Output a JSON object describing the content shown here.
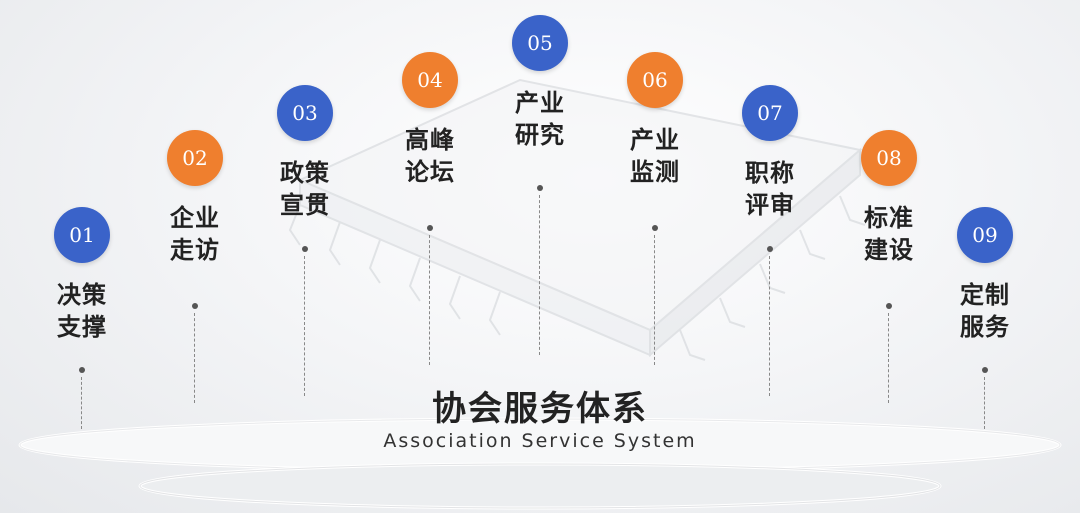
{
  "nodes": [
    {
      "num": "01",
      "line1": "决策",
      "line2": "支撑",
      "color": "blue"
    },
    {
      "num": "02",
      "line1": "企业",
      "line2": "走访",
      "color": "orange"
    },
    {
      "num": "03",
      "line1": "政策",
      "line2": "宣贯",
      "color": "blue"
    },
    {
      "num": "04",
      "line1": "高峰",
      "line2": "论坛",
      "color": "orange"
    },
    {
      "num": "05",
      "line1": "产业",
      "line2": "研究",
      "color": "blue"
    },
    {
      "num": "06",
      "line1": "产业",
      "line2": "监测",
      "color": "orange"
    },
    {
      "num": "07",
      "line1": "职称",
      "line2": "评审",
      "color": "blue"
    },
    {
      "num": "08",
      "line1": "标准",
      "line2": "建设",
      "color": "orange"
    },
    {
      "num": "09",
      "line1": "定制",
      "line2": "服务",
      "color": "blue"
    }
  ],
  "title": "协会服务体系",
  "subtitle": "Association Service System",
  "colors": {
    "blue": "#3a63c9",
    "orange": "#ef7f2e"
  }
}
